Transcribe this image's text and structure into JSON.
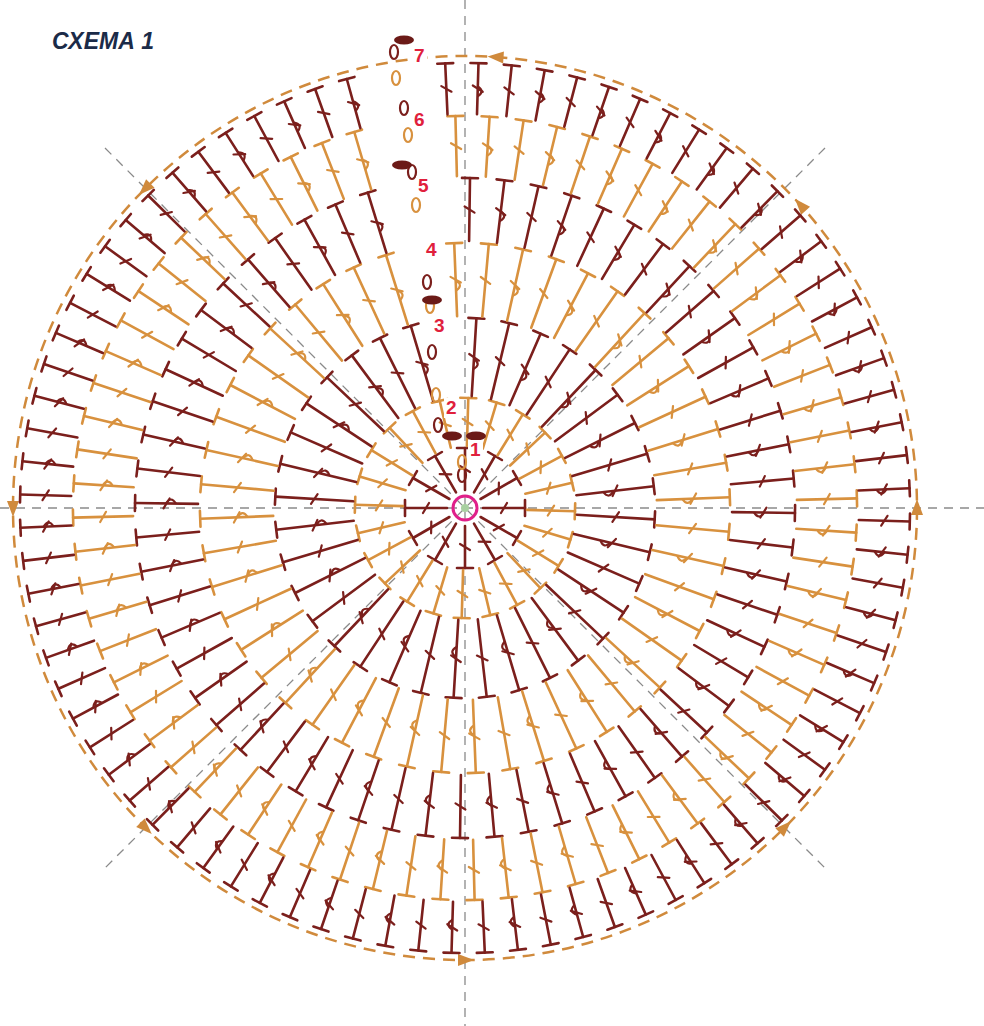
{
  "diagram": {
    "title": "СХЕМА 1",
    "labels": [
      "1",
      "2",
      "3",
      "4",
      "5",
      "6",
      "7"
    ]
  }
}
